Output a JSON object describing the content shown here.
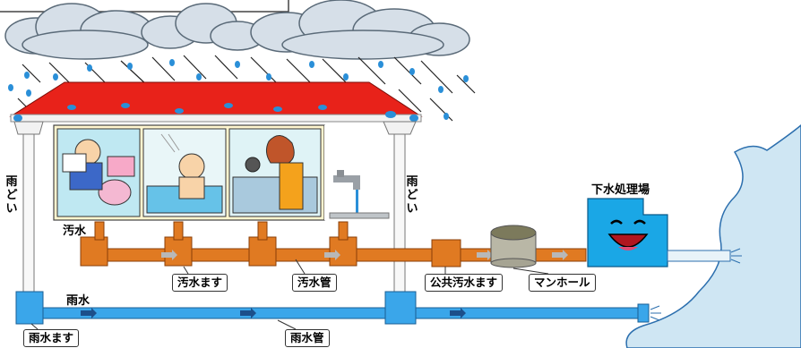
{
  "labels": {
    "left_downspout": "雨どい",
    "right_downspout": "雨どい",
    "sewage_water": "汚水",
    "rain_water": "雨水",
    "treatment_plant": "下水処理場"
  },
  "callouts": {
    "sewage_inlet": "汚水ます",
    "sewage_pipe": "汚水管",
    "public_sewage_inlet": "公共汚水ます",
    "manhole": "マンホール",
    "rain_inlet": "雨水ます",
    "rain_pipe": "雨水管"
  },
  "colors": {
    "sewage_pipe": "#e07a22",
    "rain_pipe": "#3aa6ea",
    "roof": "#e8221a",
    "plant": "#1aa7e6",
    "river": "#cfe6f3",
    "cloud": "#d6dfe8"
  }
}
